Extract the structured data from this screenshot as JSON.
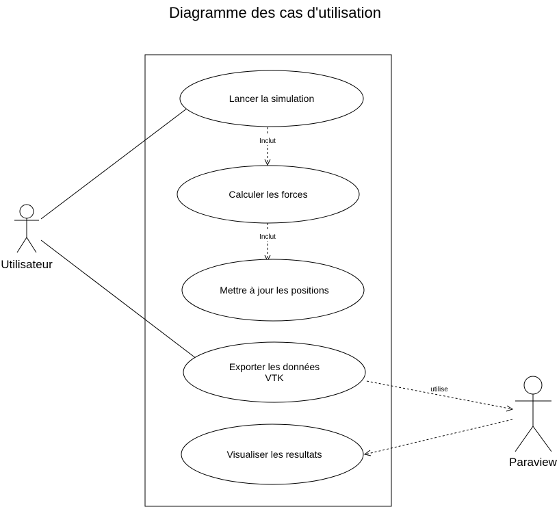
{
  "title": "Diagramme des cas d'utilisation",
  "actors": {
    "user": "Utilisateur",
    "paraview": "Paraview"
  },
  "use_cases": {
    "lancer": "Lancer la simulation",
    "calculer": "Calculer les forces",
    "mettre": "Mettre à jour les positions",
    "exporter_line1": "Exporter les données",
    "exporter_line2": "VTK",
    "visualiser": "Visualiser les resultats"
  },
  "relations": {
    "include1": "Inclut",
    "include2": "Inclut",
    "uses": "utilise"
  }
}
